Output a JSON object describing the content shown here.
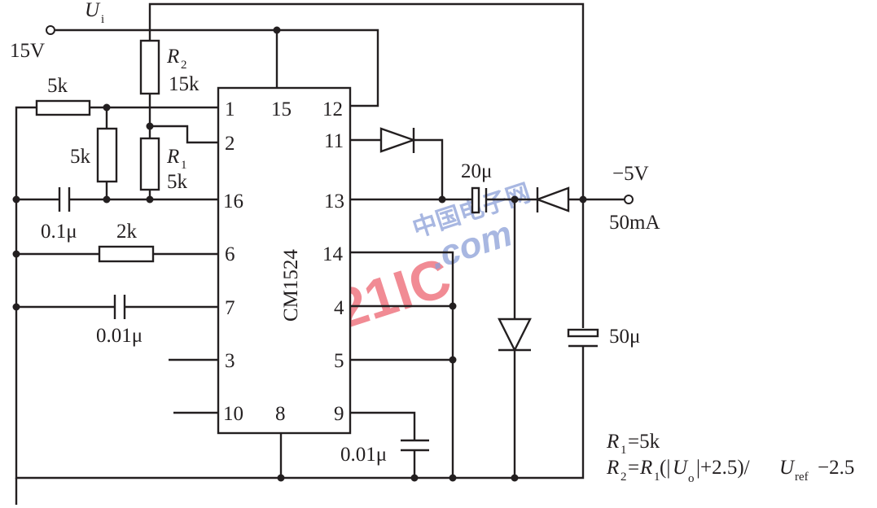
{
  "title": "CM1524 inverting -5V converter",
  "ic": {
    "name": "CM1524",
    "pins_left": [
      "1",
      "2",
      "16",
      "6",
      "7",
      "3",
      "10"
    ],
    "pins_right": [
      "12",
      "11",
      "13",
      "14",
      "4",
      "5",
      "9"
    ],
    "pins_top": [
      "15"
    ],
    "pins_bottom": [
      "8"
    ]
  },
  "input": {
    "label": "U",
    "label_sub": "i",
    "voltage": "15V"
  },
  "components": {
    "r2": {
      "name": "R",
      "sub": "2",
      "value": "15k"
    },
    "r1": {
      "name": "R",
      "sub": "1",
      "value": "5k"
    },
    "r_top": "5k",
    "r_mid": "5k",
    "c_timing": "0.1μ",
    "r_6": "2k",
    "c_7": "0.01μ",
    "c_9": "0.01μ",
    "c_pump": "20μ",
    "c_out": "50μ"
  },
  "output": {
    "voltage": "−5V",
    "current": "50mA"
  },
  "formulas": {
    "line1": {
      "r": "R",
      "r_sub": "1",
      "rest": "=5k"
    },
    "line2": {
      "r": "R",
      "r_sub": "2",
      "eq": "=",
      "r1": "R",
      "r1_sub": "1",
      "p1": "(|",
      "u": "U",
      "u_sub": "o",
      "p2": "|+2.5)/",
      "uref": "U",
      "uref_sub": "ref",
      "tail": " −2.5"
    }
  },
  "watermark": {
    "brand": "21IC",
    "cn": "中国电子网",
    "domain": ".com"
  }
}
